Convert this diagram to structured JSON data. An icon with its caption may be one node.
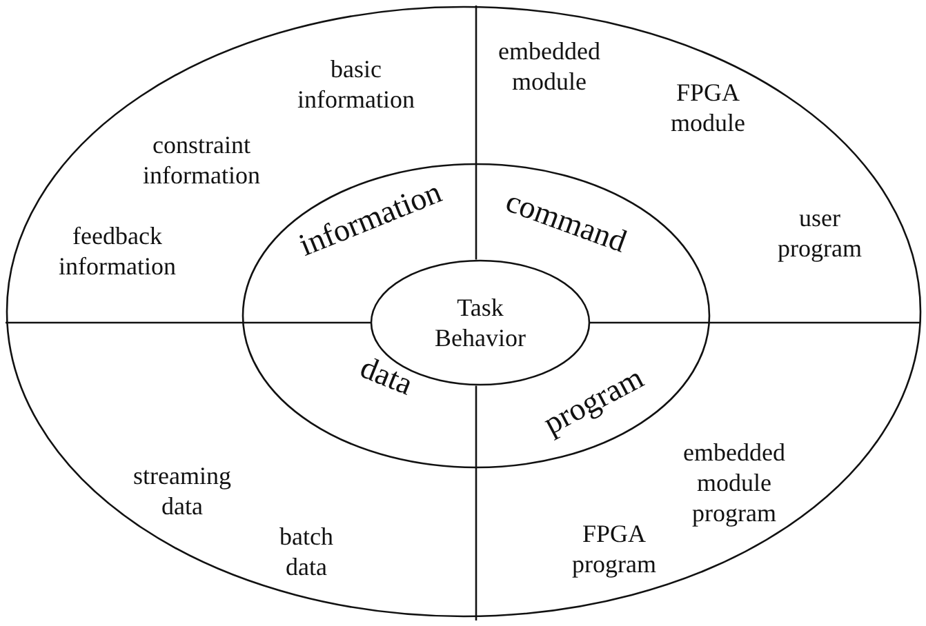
{
  "diagram": {
    "nodes": [
      {
        "text": [],
        "shape": "ellipse"
      },
      {
        "text": [
          "information",
          "command",
          "data",
          "program"
        ],
        "in": 0
      },
      {
        "text": [
          "Task Behavior"
        ],
        "in": 1
      }
    ],
    "labels": [
      "basic information",
      "embedded module",
      "constraint information",
      "FPGA module",
      "feedback information",
      "user program",
      "streaming data",
      "embedded module program",
      "batch data",
      "FPGA program"
    ]
  }
}
